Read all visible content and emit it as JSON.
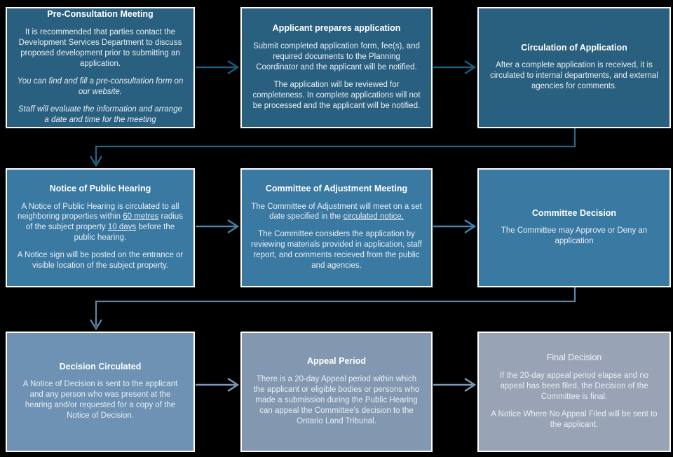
{
  "diagram_title": "Committee of Adjustment application process flowchart",
  "colors": {
    "background": "#000000",
    "box_border": "#FFFFFF",
    "row1_box_fill": "#2A607F",
    "row2_box_fill": "#3A79A2",
    "decision_circulated_fill": "#6D92B3",
    "appeal_period_fill": "#8298B0",
    "final_decision_fill": "#98A4B5",
    "arrow_row1": "#1D5D7E",
    "arrow_row2": "#4584AD",
    "arrow_row3": "#7E99B5",
    "connector_row1_to_row2": "#27678A",
    "connector_row2_to_row3": "#5E88AA",
    "text": "#E9EEF3"
  },
  "boxes": [
    {
      "id": "pre-consultation-meeting",
      "title": "Pre-Consultation Meeting",
      "paragraphs": [
        {
          "segments": [
            {
              "text": "It is recommended that parties contact the Development Services Department to discuss proposed development prior to submitting an application."
            }
          ]
        },
        {
          "segments": [
            {
              "text": "You can find and fill a pre-consultation form on our website."
            }
          ]
        },
        {
          "segments": [
            {
              "text": "Staff will evaluate the information and arrange a date and time for the meeting"
            }
          ]
        }
      ]
    },
    {
      "id": "applicant-prepares-application",
      "title": "Applicant prepares application",
      "paragraphs": [
        {
          "segments": [
            {
              "text": "Submit completed application form, fee(s), and required documents to the Planning Coordinator and the applicant will be notified."
            }
          ]
        },
        {
          "segments": [
            {
              "text": "The application will be reviewed for completeness. In complete applications will not be processed and the applicant will be notified."
            }
          ]
        }
      ]
    },
    {
      "id": "circulation-of-application",
      "title": "Circulation of Application",
      "paragraphs": [
        {
          "segments": [
            {
              "text": "After a complete application is received, it is circulated to internal departments, and external agencies for comments."
            }
          ]
        }
      ]
    },
    {
      "id": "notice-of-public-hearing",
      "title": "Notice of Public Hearing",
      "paragraphs": [
        {
          "segments": [
            {
              "text": "A Notice of Public Hearing is circulated to all neighboring properties within "
            },
            {
              "text": "60 metres",
              "underline": true
            },
            {
              "text": " radius of the subject property "
            },
            {
              "text": "10 days",
              "underline": true
            },
            {
              "text": " before the public hearing."
            }
          ]
        },
        {
          "segments": [
            {
              "text": "A Notice sign will be posted on the entrance or visible location of the subject property."
            }
          ]
        }
      ]
    },
    {
      "id": "committee-of-adjustment-meeting",
      "title": "Committee of Adjustment Meeting",
      "paragraphs": [
        {
          "segments": [
            {
              "text": "The Committee of Adjustment will meet on a set date specified in the "
            },
            {
              "text": "circulated notice.",
              "underline": true
            }
          ]
        },
        {
          "segments": [
            {
              "text": "The Committee considers the application by reviewing materials provided in application, staff report, and comments recieved from the public and agencies."
            }
          ]
        }
      ]
    },
    {
      "id": "committee-decision",
      "title": "Committee Decision",
      "paragraphs": [
        {
          "segments": [
            {
              "text": "The Committee may Approve or Deny an application"
            }
          ]
        }
      ]
    },
    {
      "id": "decision-circulated",
      "title": "Decision Circulated",
      "paragraphs": [
        {
          "segments": [
            {
              "text": "A Notice of Decision is sent to the applicant and any person who was present at the hearing and/or requested for a copy of the Notice of Decision."
            }
          ]
        }
      ]
    },
    {
      "id": "appeal-period",
      "title": "Appeal Period",
      "paragraphs": [
        {
          "segments": [
            {
              "text": "There is a 20-day Appeal period within which the applicant or eligible bodies or persons who made a submission during the Public Hearing can appeal the Committee's decision to the Ontario Land Tribunal."
            }
          ]
        }
      ]
    },
    {
      "id": "final-decision",
      "title": "Final Decision",
      "paragraphs": [
        {
          "segments": [
            {
              "text": "If the 20-day appeal period elapse and no appeal has been filed, the Decision of the Committee is final."
            }
          ]
        },
        {
          "segments": [
            {
              "text": "A Notice Where No Appeal Filed will be sent to the applicant."
            }
          ]
        }
      ]
    }
  ]
}
